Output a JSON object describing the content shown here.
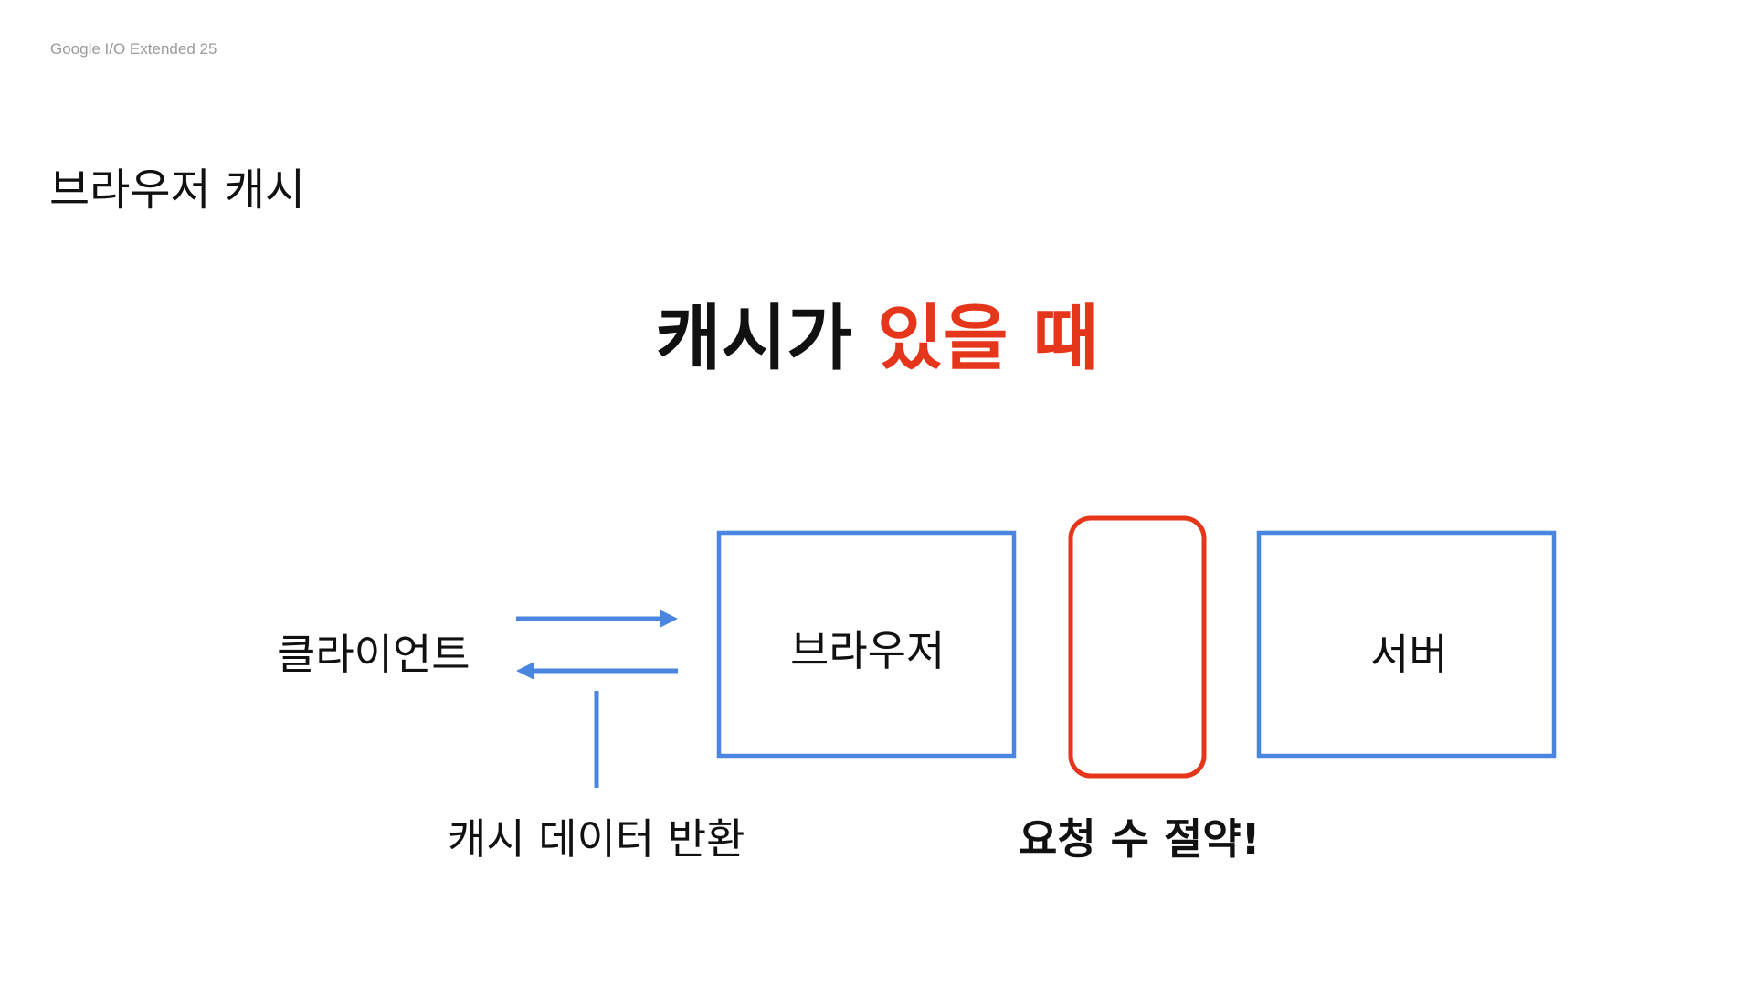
{
  "header": {
    "event": "Google I/O Extended 25",
    "section_title": "브라우저 캐시"
  },
  "headline": {
    "prefix": "캐시가 ",
    "emphasis": "있을 때",
    "emphasis_color": "#e5361c"
  },
  "diagram": {
    "client_label": "클라이언트",
    "browser_label": "브라우저",
    "server_label": "서버",
    "return_label": "캐시 데이터 반환",
    "saving_label": "요청 수 절약!",
    "colors": {
      "box_stroke": "#4a86e0",
      "arrow": "#4a86e0",
      "highlight_stroke": "#e5361c"
    }
  }
}
